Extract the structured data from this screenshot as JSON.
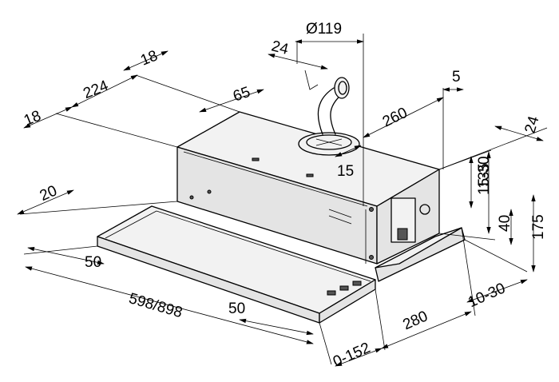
{
  "dimensions": {
    "duct_diameter": "Ø119",
    "duct_offset": "24",
    "top_rear_18": "18",
    "top_depth_224": "224",
    "left_18": "18",
    "top_65": "65",
    "right_5": "5",
    "top_260": "260",
    "right_24": "24",
    "collar_15": "15",
    "height_15_30": "15-30",
    "height_135": "135",
    "height_40": "40",
    "height_175": "175",
    "left_20": "20",
    "front_50_upper": "50",
    "width_598_898": "598/898",
    "front_50_lower": "50",
    "depth_10_30": "10-30",
    "depth_280": "280",
    "pull_0_152": "0-152"
  }
}
